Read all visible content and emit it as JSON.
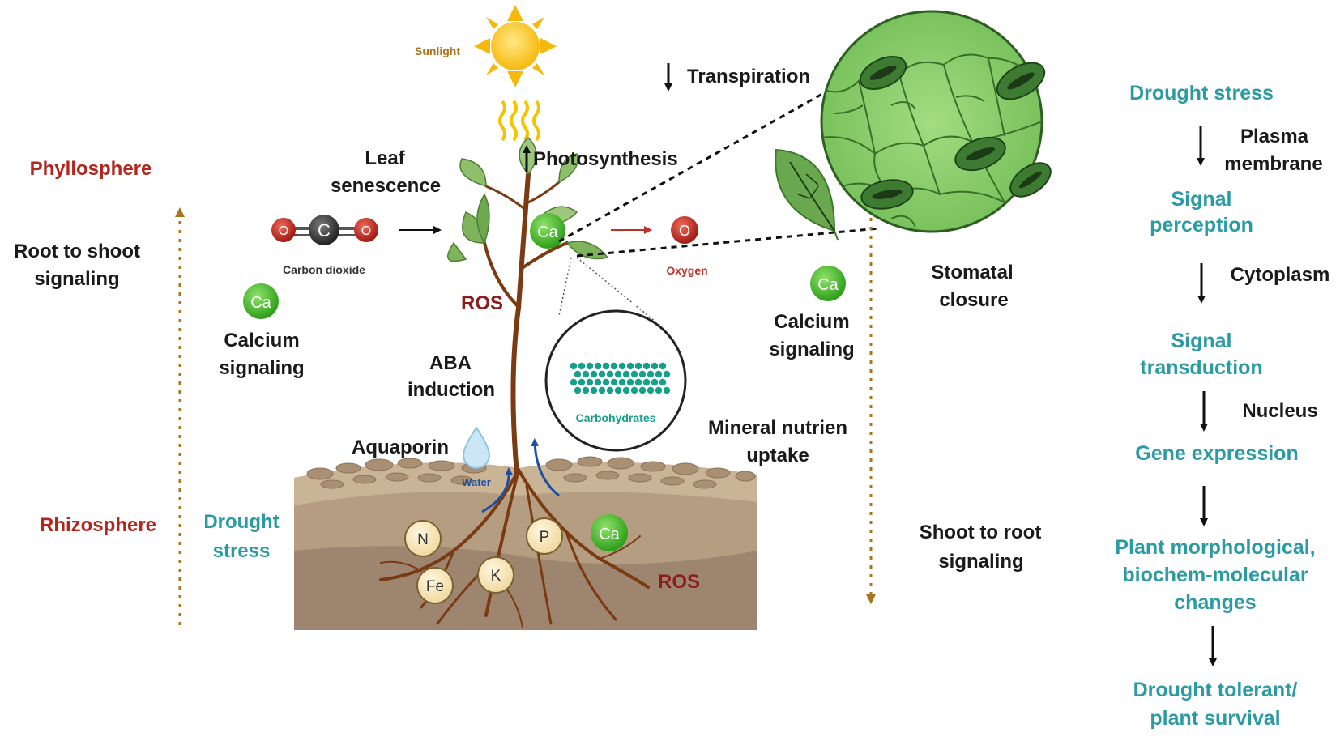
{
  "colors": {
    "red_label": "#b3261e",
    "teal_label": "#2a9aa3",
    "black_label": "#1a1a1a",
    "dotted_arrow": "#a8761c",
    "soil_top": "#b39a78",
    "soil_mid": "#c7a98b",
    "soil_low": "#a78a70",
    "leaf": "#6aa84f",
    "calcium": "#4cc72d",
    "ros": "#8b1d1d"
  },
  "left": {
    "phyllosphere": "Phyllosphere",
    "root_to_shoot_line1": "Root to shoot",
    "root_to_shoot_line2": "signaling",
    "rhizosphere": "Rhizosphere"
  },
  "middle": {
    "sunlight": "Sunlight",
    "leaf_senescence_line1": "Leaf",
    "leaf_senescence_line2": "senescence",
    "photosynthesis": "Photosynthesis",
    "transpiration": "Transpiration",
    "carbon_dioxide": "Carbon dioxide",
    "co2_letter_o": "O",
    "co2_letter_c": "C",
    "oxygen": "Oxygen",
    "oxygen_letter": "O",
    "ca": "Ca",
    "calcium_left_line1": "Calcium",
    "calcium_left_line2": "signaling",
    "calcium_right_line1": "Calcium",
    "calcium_right_line2": "signaling",
    "ros_top": "ROS",
    "ros_bottom": "ROS",
    "aba_line1": "ABA",
    "aba_line2": "induction",
    "carbohydrates": "Carbohydrates",
    "aquaporin": "Aquaporin",
    "water": "Water",
    "mineral_line1": "Mineral nutrien",
    "mineral_line2": "uptake",
    "drought_left_line1": "Drought",
    "drought_left_line2": "stress",
    "nutrients": {
      "n": "N",
      "p": "P",
      "fe": "Fe",
      "k": "K"
    }
  },
  "right_middle": {
    "stomatal_line1": "Stomatal",
    "stomatal_line2": "closure",
    "shoot_to_root_line1": "Shoot to root",
    "shoot_to_root_line2": "signaling"
  },
  "pathway": {
    "drought_stress": "Drought stress",
    "plasma_line1": "Plasma",
    "plasma_line2": "membrane",
    "signal_perception_line1": "Signal",
    "signal_perception_line2": "perception",
    "cytoplasm": "Cytoplasm",
    "signal_transduction_line1": "Signal",
    "signal_transduction_line2": "transduction",
    "nucleus": "Nucleus",
    "gene_expression": "Gene expression",
    "morph_line1": "Plant morphological,",
    "morph_line2": "biochem-molecular",
    "morph_line3": "changes",
    "tolerant_line1": "Drought tolerant/",
    "tolerant_line2": "plant survival"
  }
}
